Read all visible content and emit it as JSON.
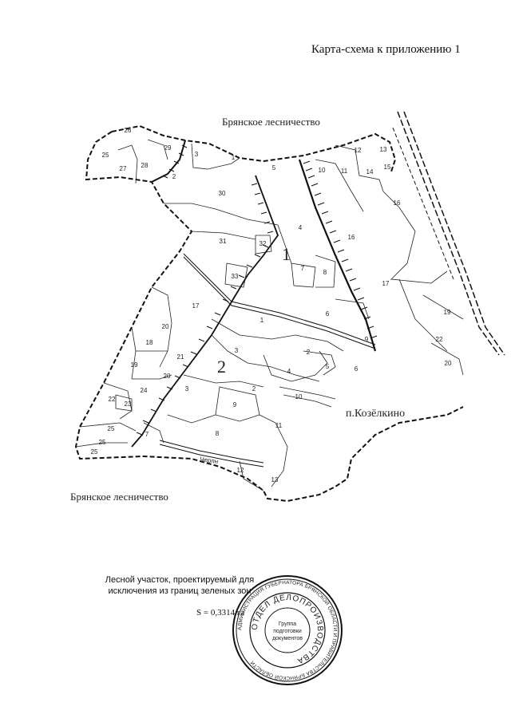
{
  "title": "Карта-схема к приложению 1",
  "labels": {
    "forestry_top": "Брянское лесничество",
    "forestry_bottom": "Брянское лесничество",
    "settlement": "п.Козёлкино",
    "road": "Черпн",
    "block_1": "1",
    "block_2": "2"
  },
  "legend": {
    "line1": "Лесной участок, проектируемый для",
    "line2": "исключения из границ зеленых зон",
    "area": "S = 0,3314 га"
  },
  "stamp": {
    "ring_text": "АДМИНИСТРАЦИЯ ГУБЕРНАТОРА БРЯНСКОЙ ОБЛАСТИ И ПРАВИТЕЛЬСТВА БРЯНСКОЙ ОБЛАСТИ",
    "inner_text": "ОТДЕЛ ДЕЛОПРОИЗВОДСТВА",
    "center_line1": "Группа",
    "center_line2": "подготовки",
    "center_line3": "документов"
  },
  "plots": [
    "1",
    "2",
    "3",
    "4",
    "5",
    "6",
    "7",
    "8",
    "9",
    "10",
    "11",
    "12",
    "13",
    "14",
    "15",
    "16",
    "17",
    "18",
    "19",
    "20",
    "21",
    "22",
    "23",
    "24",
    "25",
    "26",
    "27",
    "28",
    "29",
    "30",
    "31",
    "32",
    "33"
  ],
  "colors": {
    "ink": "#111111",
    "paper": "#ffffff"
  }
}
